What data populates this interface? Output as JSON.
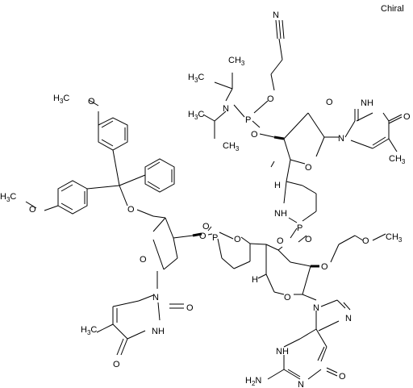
{
  "flag": "Chiral",
  "atoms": {
    "o_mw1": "O",
    "h3c_1": "H",
    "h3c_1_c": "C",
    "h3c_1_sub": "3",
    "o_mw2": "O",
    "h3c_2": "H",
    "h3c_2_c": "C",
    "h3c_2_sub": "3",
    "o_trityl": "O",
    "o_link_l": "O",
    "o_ring_l": "O",
    "p_ring_l": "P",
    "o_p_ring_l": "O",
    "o_p_dbl_l": "O",
    "n_thy_l": "N",
    "o_thy_l1": "O",
    "n_thy_l2": "NH",
    "o_thy_l2": "O",
    "h3c_thy_l": "H",
    "h3c_thy_l_c": "C",
    "h3c_thy_l_sub": "3",
    "n_cn": "N",
    "o_pa": "O",
    "p_pa": "P",
    "n_pa": "N",
    "h3c_ip1": "H",
    "h3c_ip1_c": "C",
    "h3c_ip1_sub": "3",
    "ch3_ip1": "CH",
    "ch3_ip1_sub": "3",
    "h3c_ip2": "H",
    "h3c_ip2_c": "C",
    "h3c_ip2_sub": "3",
    "ch3_ip2": "CH",
    "ch3_ip2_sub": "3",
    "o_sugar_r_link": "O",
    "o_ring_r": "O",
    "n_thy_r": "N",
    "o_thy_r1": "O",
    "nh_thy_r": "NH",
    "o_thy_r2": "O",
    "ch3_thy_r": "CH",
    "ch3_thy_r_sub": "3",
    "h_1": "H",
    "nh_ring": "NH",
    "p_ring_r": "P",
    "o_p_dbl_r": "O",
    "o_p_ring_r": "O",
    "o_moe": "O",
    "o_moe_2": "O",
    "ch3_moe": "CH",
    "ch3_moe_sub": "3",
    "o_ring_g": "O",
    "h_2": "H",
    "n_g9": "N",
    "n_g7": "N",
    "nh_g": "NH",
    "n_g3": "N",
    "o_g": "O",
    "h2n": "H",
    "h2n_sub": "2",
    "h2n_n": "N"
  }
}
